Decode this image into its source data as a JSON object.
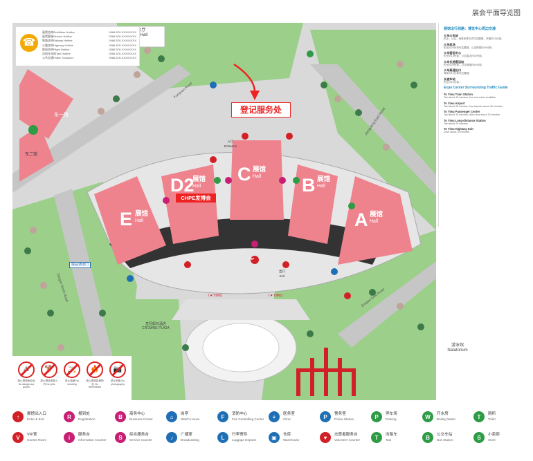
{
  "page_title": "展会平面导览图",
  "phone": {
    "rows": [
      {
        "label": "展馆咨询Exhibition Hotline",
        "value": "0086-576-XXXXXXXX"
      },
      {
        "label": "展馆客服Service Hotline",
        "value": "0086-576-XXXXXXXX"
      },
      {
        "label": "铁路咨询Railway Hotline",
        "value": "0086-576-XXXXXXXX"
      },
      {
        "label": "公路咨询Highway Hotline",
        "value": "0086-576-XXXXXXXX"
      },
      {
        "label": "航班咨询Flight Hotline",
        "value": "0086-576-XXXXXXXX"
      },
      {
        "label": "出租车咨询Taxi Hotline",
        "value": "0086-576-XXXXXXXX"
      },
      {
        "label": "公共交通Public Transport",
        "value": "0086-576-XXXXXXXX"
      }
    ]
  },
  "halls": {
    "A": {
      "letter": "A",
      "cn": "展馆",
      "en": "Hall"
    },
    "B": {
      "letter": "B",
      "cn": "展馆",
      "en": "Hall"
    },
    "C": {
      "letter": "C",
      "cn": "展馆",
      "en": "Hall"
    },
    "D2": {
      "letter": "D2",
      "cn": "展馆",
      "en": "Hall"
    },
    "E": {
      "letter": "E",
      "cn": "展馆",
      "en": "Hall"
    }
  },
  "map_labels": {
    "registration": "登记服务处",
    "chpe": "CHPE发博会",
    "east1": "东一馆",
    "east2": "东二馆",
    "hotel_cn": "皇冠假日酒店",
    "hotel_en": "CROWNE PLAZA",
    "natatorium_cn": "游泳馆",
    "natatorium_en": "Natatorium",
    "studio_cn": "演播大厅",
    "studio_en": "Studio Hall",
    "entrance_cn": "入口",
    "entrance_en": "Entrance",
    "exit_cn": "出口",
    "exit_en": "Exit",
    "vip": "VIP",
    "south_square": "I ♥ YIWU",
    "exhibitor_entrance": "展品通道口"
  },
  "roads": {
    "top": "Xueyuan Road",
    "right": "Jiangdong East Road",
    "left": "Zongze North Road",
    "bottom_right": "Zongze East Road"
  },
  "side_panel": {
    "heading_cn": "展馆出行线路：博览中心周边交通",
    "heading_en": "Expo Center Surrounding Traffic Guide",
    "blocks_cn": [
      {
        "title": "义乌火车站",
        "text": "的士、公交、地铁多种方式可达展馆，车程约15分钟。"
      },
      {
        "title": "义乌机场",
        "text": "的士约25分钟可达展馆，公交换乘约45分钟。"
      },
      {
        "title": "义乌客运中心",
        "text": "的士约15分钟，公交直达约30分钟。"
      },
      {
        "title": "义乌长途客运站",
        "text": "的士约20分钟，公交换乘约40分钟。"
      },
      {
        "title": "义乌高速出口",
        "text": "驾车约15分钟可达展馆。"
      },
      {
        "title": "长途车站",
        "text": "的士约10分钟。"
      }
    ],
    "blocks_en": [
      {
        "title": "To Yiwu Train Station",
        "text": "Taxi about 15 minutes; bus and metro available."
      },
      {
        "title": "To Yiwu Airport",
        "text": "Taxi about 25 minutes; bus transfer about 45 minutes."
      },
      {
        "title": "To Yiwu Passenger Center",
        "text": "Taxi about 15 minutes; direct bus about 30 minutes."
      },
      {
        "title": "To Yiwu Long-distance Station",
        "text": "Taxi about 20 minutes."
      },
      {
        "title": "To Yiwu Highway Exit",
        "text": "Drive about 15 minutes."
      }
    ]
  },
  "prohibitions": [
    {
      "label": "禁止携带危险品 No dangerous goods",
      "glyph": "⚠"
    },
    {
      "label": "禁止携带宠物入内 No pets",
      "glyph": "🐕"
    },
    {
      "label": "禁止吸烟 No smoking",
      "glyph": "🚬"
    },
    {
      "label": "禁止携带易燃物品 No flammables",
      "glyph": "🔥"
    },
    {
      "label": "禁止拍照 No photography",
      "glyph": "📷"
    }
  ],
  "legend": [
    {
      "cn": "展馆出入口",
      "en": "Enter & Exit",
      "color": "#d22027",
      "glyph": "↑"
    },
    {
      "cn": "报到处",
      "en": "Registration",
      "color": "#c81e74",
      "glyph": "R"
    },
    {
      "cn": "商务中心",
      "en": "Business Center",
      "color": "#c81e74",
      "glyph": "B"
    },
    {
      "cn": "岗亭",
      "en": "Watch House",
      "color": "#1f6fb5",
      "glyph": "⌂"
    },
    {
      "cn": "消防中心",
      "en": "Fire Controlling Center",
      "color": "#1f6fb5",
      "glyph": "F"
    },
    {
      "cn": "医务室",
      "en": "Clinic",
      "color": "#1f6fb5",
      "glyph": "+"
    },
    {
      "cn": "警务室",
      "en": "Police Station",
      "color": "#1f6fb5",
      "glyph": "P"
    },
    {
      "cn": "停车场",
      "en": "Parking",
      "color": "#2e9b45",
      "glyph": "P"
    },
    {
      "cn": "开水房",
      "en": "Boiling Water",
      "color": "#2e9b45",
      "glyph": "W"
    },
    {
      "cn": "厕所",
      "en": "Toilet",
      "color": "#2e9b45",
      "glyph": "T"
    },
    {
      "cn": "VIP室",
      "en": "Guests Room",
      "color": "#d22027",
      "glyph": "V"
    },
    {
      "cn": "服务台",
      "en": "Information Counter",
      "color": "#c81e74",
      "glyph": "i"
    },
    {
      "cn": "综合服务台",
      "en": "Service Counter",
      "color": "#c81e74",
      "glyph": "S"
    },
    {
      "cn": "广播室",
      "en": "Broadcasting",
      "color": "#1f6fb5",
      "glyph": "♪"
    },
    {
      "cn": "行李寄存",
      "en": "Luggage Deposit",
      "color": "#1f6fb5",
      "glyph": "L"
    },
    {
      "cn": "仓库",
      "en": "Warehouse",
      "color": "#1f6fb5",
      "glyph": "▣"
    },
    {
      "cn": "志愿者服务台",
      "en": "Volunteer Counter",
      "color": "#d22027",
      "glyph": "♥"
    },
    {
      "cn": "出租车",
      "en": "Taxi",
      "color": "#2e9b45",
      "glyph": "T"
    },
    {
      "cn": "公交车站",
      "en": "Bus Station",
      "color": "#2e9b45",
      "glyph": "B"
    },
    {
      "cn": "小卖部",
      "en": "Store",
      "color": "#2e9b45",
      "glyph": "S"
    }
  ]
}
